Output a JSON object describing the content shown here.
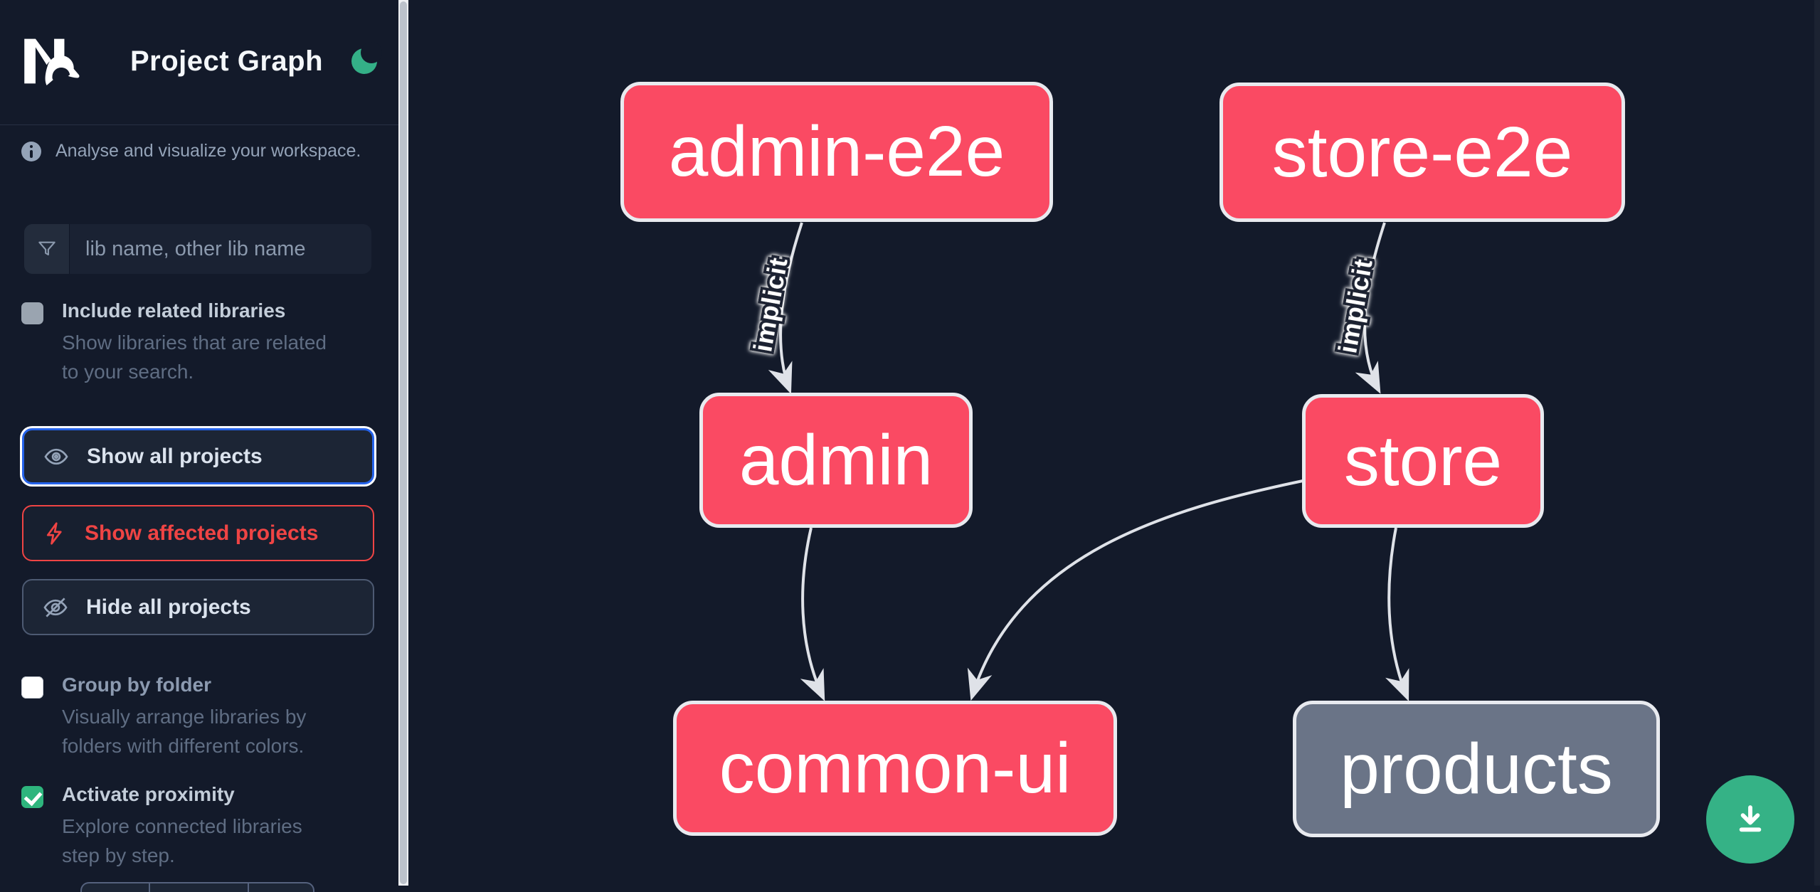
{
  "header": {
    "title": "Project Graph",
    "logo": "nx-logo",
    "theme_toggle_icon": "moon-icon"
  },
  "sidebar": {
    "tagline": "Analyse and visualize your workspace.",
    "search": {
      "placeholder": "lib name, other lib name",
      "value": ""
    },
    "include_related": {
      "label": "Include related libraries",
      "description": "Show libraries that are related to your search.",
      "checked": false
    },
    "actions": {
      "show_all": "Show all projects",
      "show_affected": "Show affected projects",
      "hide_all": "Hide all projects"
    },
    "group_by_folder": {
      "label": "Group by folder",
      "description": "Visually arrange libraries by folders with different colors.",
      "checked": false
    },
    "activate_proximity": {
      "label": "Activate proximity",
      "description": "Explore connected libraries step by step.",
      "checked": true
    }
  },
  "graph": {
    "nodes": [
      {
        "id": "admin-e2e",
        "label": "admin-e2e",
        "status": "affected"
      },
      {
        "id": "store-e2e",
        "label": "store-e2e",
        "status": "affected"
      },
      {
        "id": "admin",
        "label": "admin",
        "status": "affected"
      },
      {
        "id": "store",
        "label": "store",
        "status": "affected"
      },
      {
        "id": "common-ui",
        "label": "common-ui",
        "status": "affected"
      },
      {
        "id": "products",
        "label": "products",
        "status": "normal"
      }
    ],
    "edges": [
      {
        "source": "admin-e2e",
        "target": "admin",
        "label": "implicit"
      },
      {
        "source": "store-e2e",
        "target": "store",
        "label": "implicit"
      },
      {
        "source": "admin",
        "target": "common-ui",
        "label": ""
      },
      {
        "source": "store",
        "target": "common-ui",
        "label": ""
      },
      {
        "source": "store",
        "target": "products",
        "label": ""
      }
    ]
  },
  "fab": {
    "icon": "download-icon"
  },
  "colors": {
    "background": "#131a2a",
    "affected_node": "#fa4a63",
    "normal_node": "#6a7487",
    "node_border": "#e8eaef",
    "edge": "#dfe2e8",
    "accent_green": "#35b286",
    "checkbox_green": "#2eb57d",
    "focus_blue": "#2563eb",
    "affected_red": "#ef4444"
  }
}
